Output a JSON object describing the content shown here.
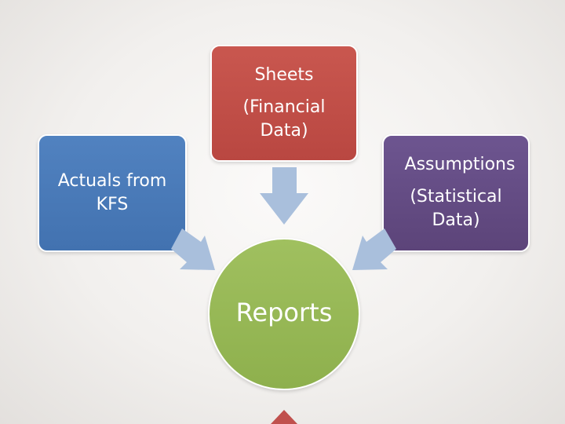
{
  "nodes": {
    "sheets": {
      "line1": "Sheets",
      "line2": "(Financial",
      "line3": "Data)"
    },
    "actuals": {
      "line1": "Actuals from",
      "line2": "KFS"
    },
    "assumptions": {
      "line1": "Assumptions",
      "line2": "(Statistical",
      "line3": "Data)"
    },
    "reports": {
      "label": "Reports"
    }
  },
  "colors": {
    "sheets": "#c0504d",
    "actuals": "#4a7ab8",
    "assumptions": "#644b84",
    "reports": "#98b954",
    "arrows": "#a9bfdc",
    "bottom_triangle": "#c0504d"
  }
}
